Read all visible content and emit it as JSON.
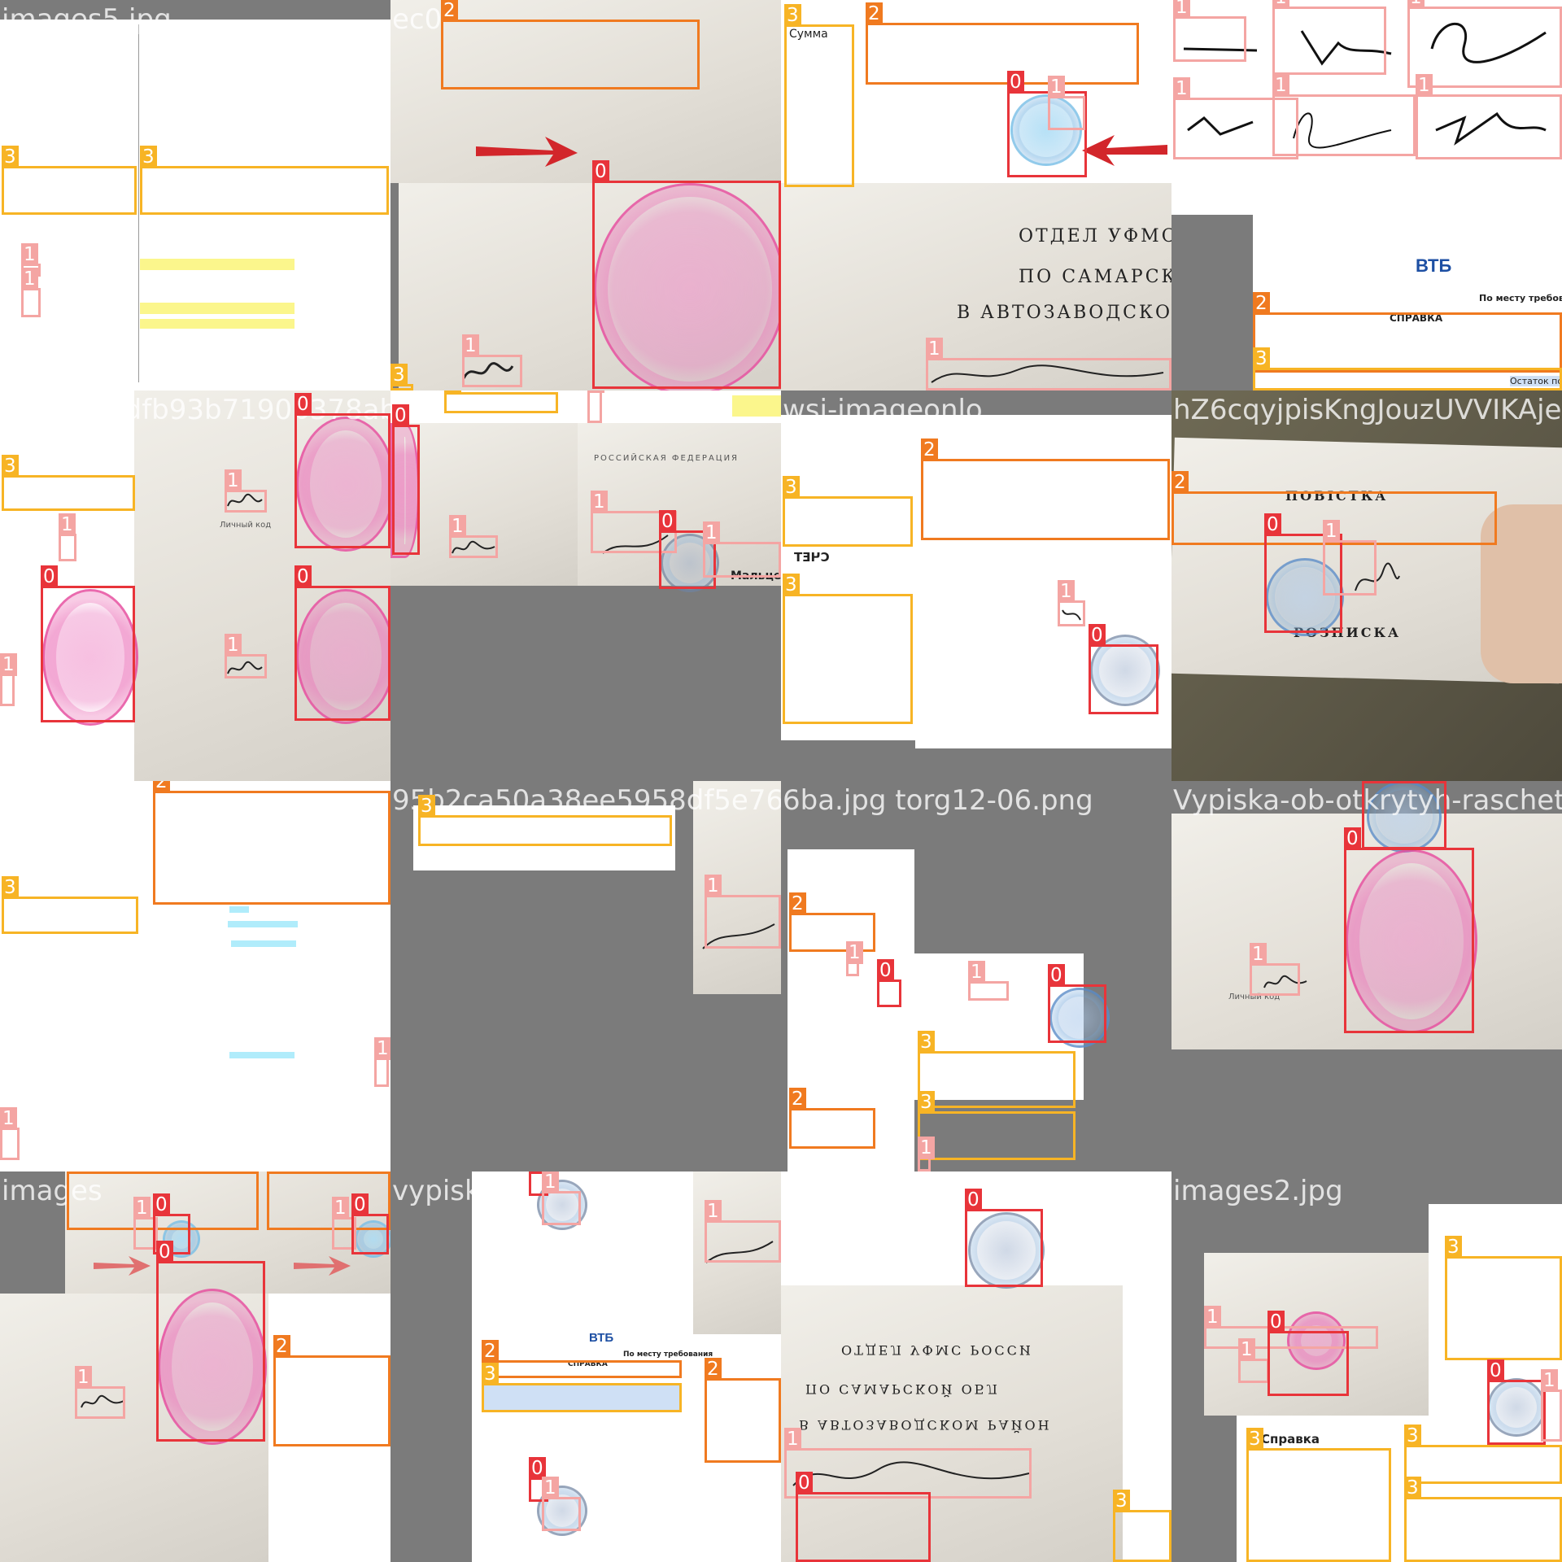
{
  "colors": {
    "class_0": "#e8343a",
    "class_1": "#f4a5a3",
    "class_2": "#f07a20",
    "class_3": "#f7b425",
    "mosaic_fill": "#7b7b7b"
  },
  "label_names": {
    "c0": "0",
    "c1": "1",
    "c2": "2",
    "c3": "3"
  },
  "tiles": [
    {
      "filename": "images5.jpg"
    },
    {
      "filename": "ec0"
    },
    {
      "filename": "3"
    },
    {
      "filename": "images5-tjpg36e"
    },
    {
      "filename": "35a9205dfb93b7190b378ab"
    },
    {
      "filename": ""
    },
    {
      "filename": "wsi-imageonlo"
    },
    {
      "filename": "hZ6cqyjpisKngJouzUVVIKAje"
    },
    {
      "filename": "Vipiskaizbanka.jpg"
    },
    {
      "filename": "95b2ca50a38ee5958df5e76b"
    },
    {
      "filename": "6ba.jpg torg12-06.png"
    },
    {
      "filename": "Vypiska-ob-otkrytyh-raschet"
    },
    {
      "filename": "images"
    },
    {
      "filename": "vypiska"
    },
    {
      "filename": "tb-2020-jpeg.jpg"
    },
    {
      "filename": "images2.jpg"
    }
  ],
  "doc_text": {
    "summa": "Сумма",
    "otdel_1": "ОТДЕЛ УФМС",
    "otdel_2": "ПО САМАРСКОЙ",
    "otdel_3": "В АВТОЗАВОДСКОМ",
    "vtb": "ВТБ",
    "po_mestu": "По месту требования",
    "spravka": "СПРАВКА",
    "ostatok": "Остаток по",
    "povistka": "ПОВІСТКА",
    "rozpiska": "РОЗПИСКА",
    "schet": "СЧЕТ",
    "lichnyi_kod": "Личный код",
    "spravka_2": "Справка",
    "russia": "РОССИЙСКАЯ ФЕДЕРАЦИЯ",
    "mirror_1": "ОТДЕЛ УФМС РОССИ",
    "mirror_2": "ПО САМАРСКОЙ ОБЛ",
    "mirror_3": "В АВТОЗАВОДСКОМ РАЙОН"
  }
}
